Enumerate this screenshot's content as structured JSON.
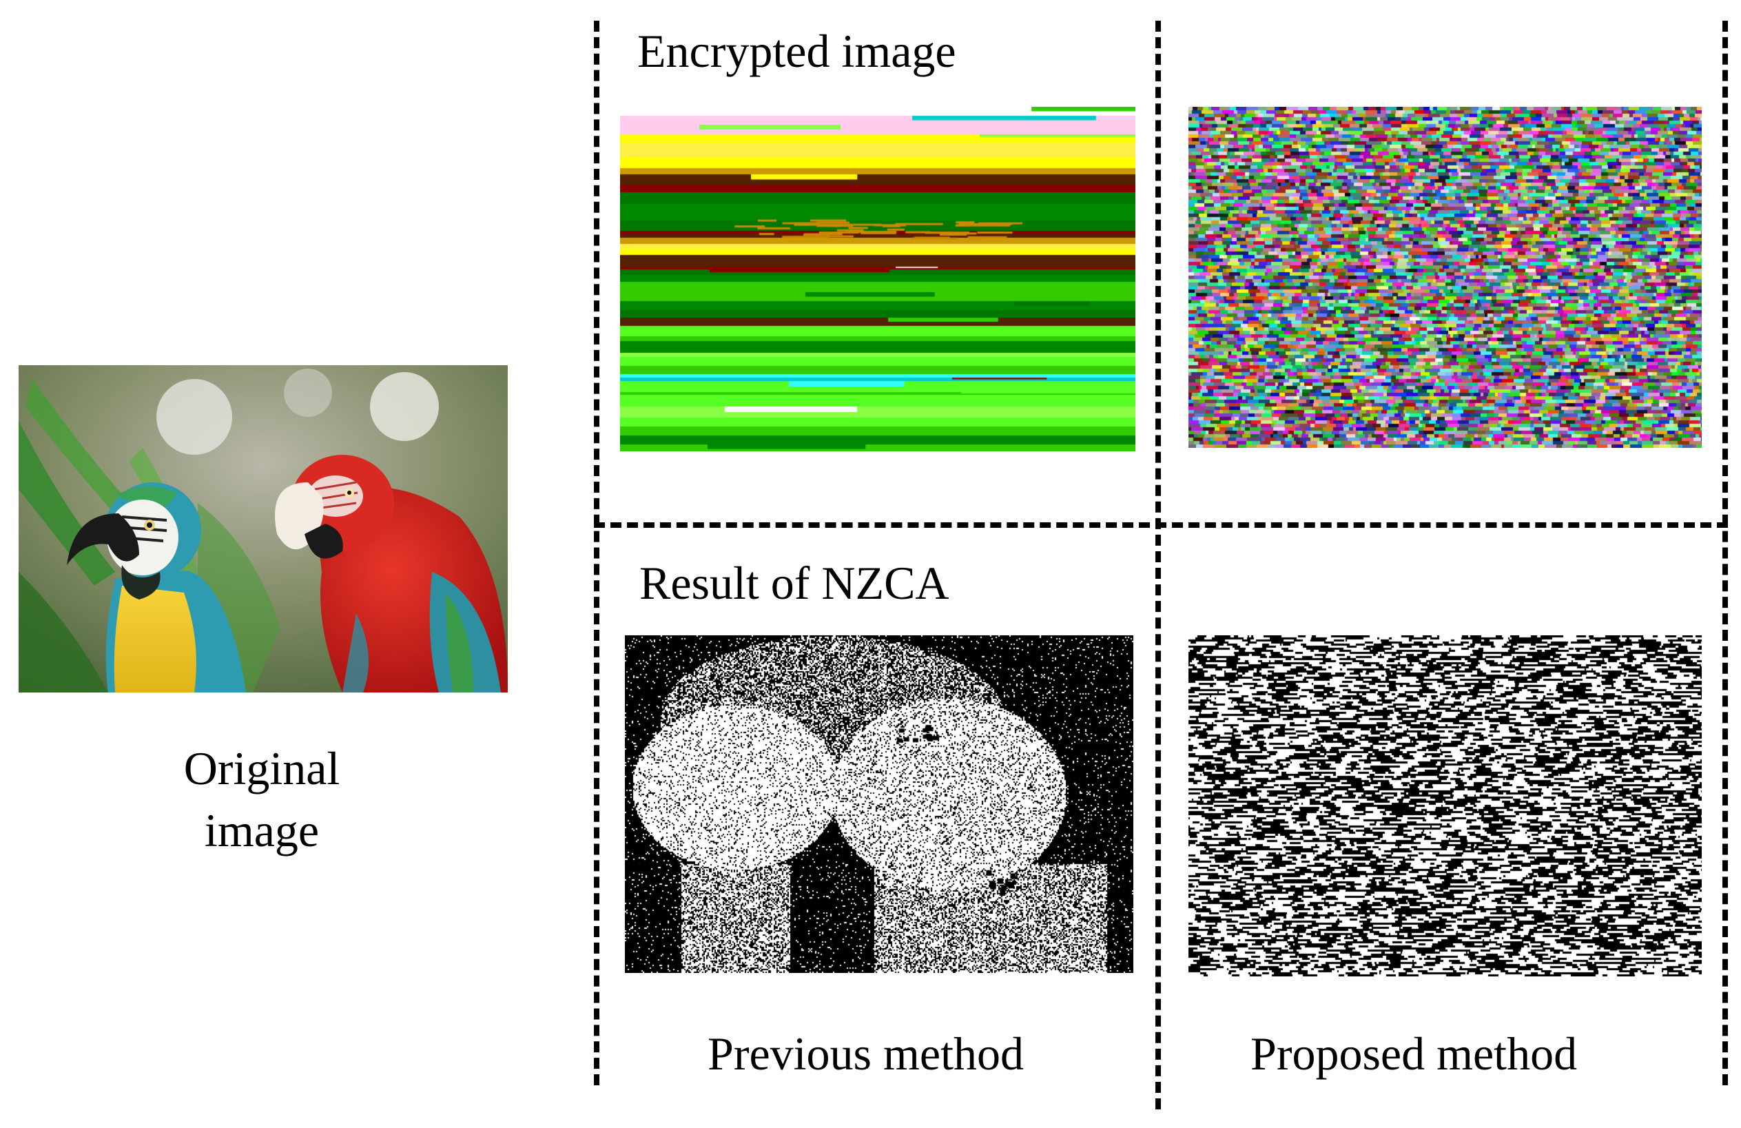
{
  "original": {
    "caption_line1": "Original",
    "caption_line2": "image",
    "image_icon": "parrots-photo"
  },
  "rows": {
    "encrypted_label": "Encrypted image",
    "nzca_label": "Result of NZCA"
  },
  "columns": {
    "previous_label": "Previous method",
    "proposed_label": "Proposed method"
  },
  "palette": {
    "stripe_colors": [
      "#ffffff",
      "#ffccee",
      "#ffff00",
      "#ffee44",
      "#cc9900",
      "#552200",
      "#880000",
      "#007700",
      "#008800",
      "#33cc00",
      "#55ff22",
      "#88ff44",
      "#33ffff",
      "#00cccc",
      "#ffcc33"
    ],
    "line_color": "#000000"
  }
}
